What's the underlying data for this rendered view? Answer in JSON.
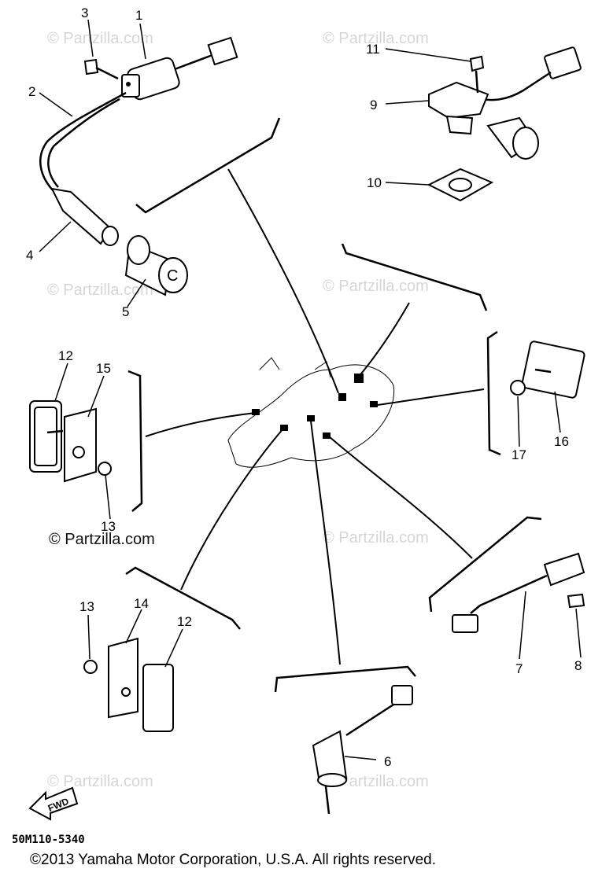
{
  "watermark": "© Partzilla.com",
  "watermark_dark": "© Partzilla.com",
  "callouts": {
    "c1": "1",
    "c2": "2",
    "c3": "3",
    "c4": "4",
    "c5": "5",
    "c6": "6",
    "c7": "7",
    "c8": "8",
    "c9": "9",
    "c10": "10",
    "c11": "11",
    "c12a": "12",
    "c12b": "12",
    "c13a": "13",
    "c13b": "13",
    "c14": "14",
    "c15": "15",
    "c16": "16",
    "c17": "17"
  },
  "fwd_label": "FWD",
  "diagram_code": "50M110-5340",
  "copyright": "©2013  Yamaha Motor Corporation, U.S.A. All rights reserved."
}
